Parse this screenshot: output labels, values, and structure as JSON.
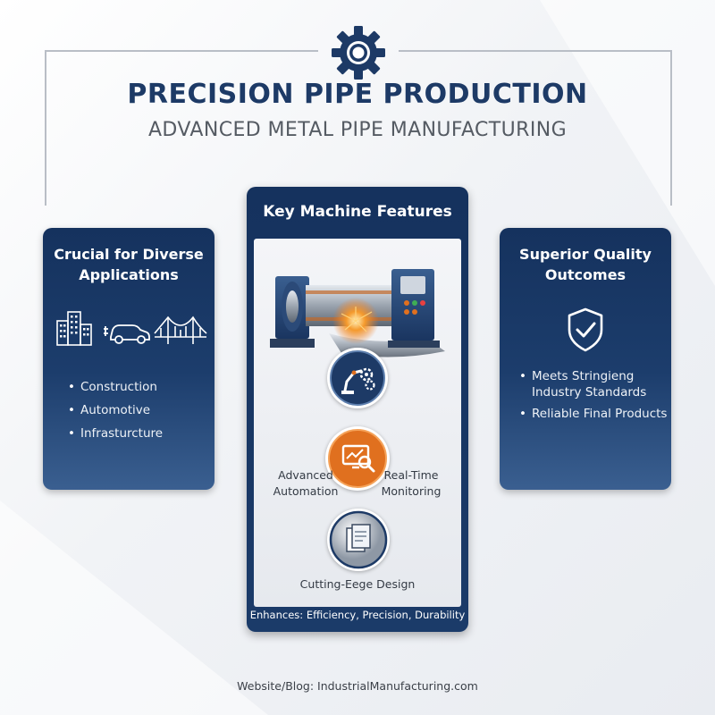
{
  "header": {
    "title": "PRECISION PIPE PRODUCTION",
    "subtitle": "ADVANCED METAL PIPE MANUFACTURING"
  },
  "left_panel": {
    "title_line1": "Crucial for Diverse",
    "title_line2": "Applications",
    "icons": [
      "buildings-icon",
      "car-icon",
      "bridge-icon"
    ],
    "items": [
      "Construction",
      "Automotive",
      "Infrasturcture"
    ]
  },
  "center_panel": {
    "title": "Key Machine Features",
    "features": {
      "automation_line1": "Advanced",
      "automation_line2": "Automation",
      "monitoring_line1": "Real-Time",
      "monitoring_line2": "Monitoring",
      "design": "Cutting-Eege Design"
    },
    "footer": "Enhances: Efficiency, Precision, Durability"
  },
  "right_panel": {
    "title_line1": "Superior Quality",
    "title_line2": "Outcomes",
    "items": [
      "Meets Stringieng Industry Standards",
      "Reliable Final Products"
    ],
    "item1_line1": "Meets Stringieng",
    "item1_line2": "Industry Standards"
  },
  "footer": {
    "website": "Website/Blog: IndustrialManufacturing.com"
  },
  "colors": {
    "navy": "#1d3a66",
    "accent_orange": "#e0701f",
    "card_gradient_top": "#15325e",
    "card_gradient_bottom": "#3a5f90"
  }
}
